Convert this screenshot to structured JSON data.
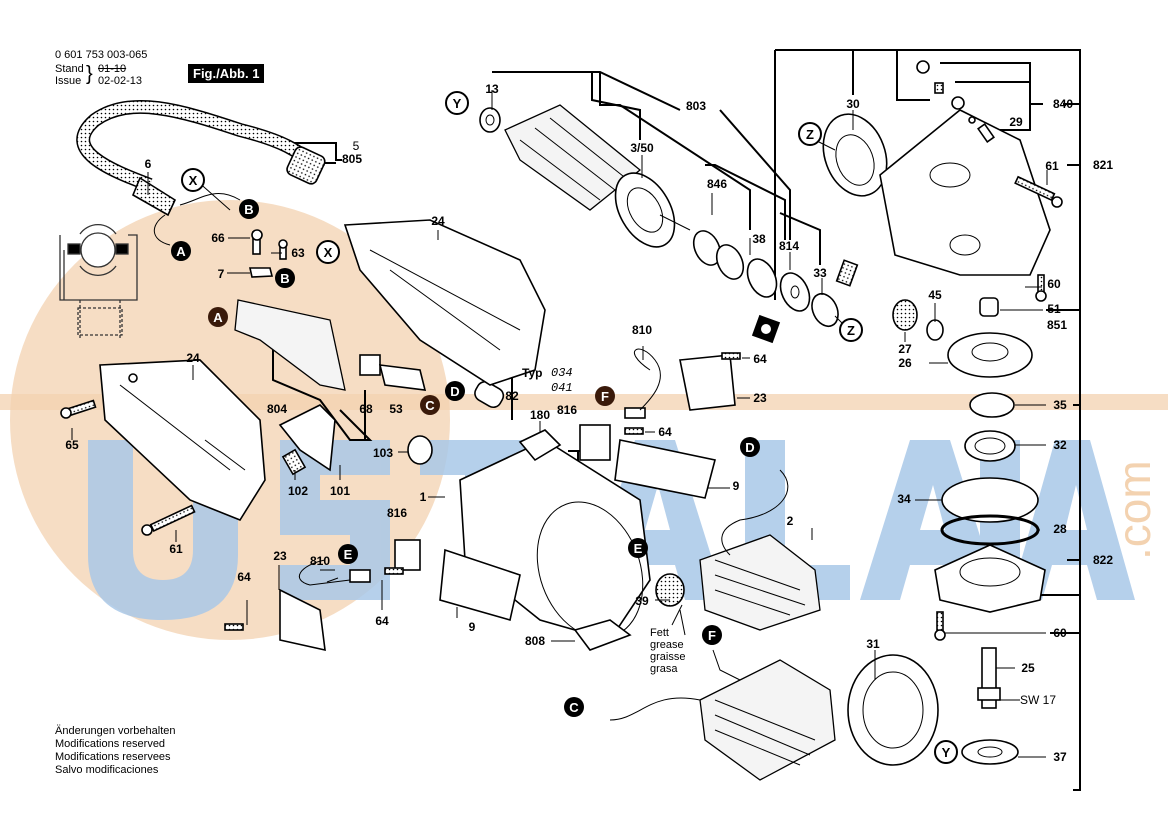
{
  "header": {
    "part_number": "0 601 753 003-065",
    "stand_label": "Stand",
    "stand_value": "01-10",
    "issue_label": "Issue",
    "issue_value": "02-02-13",
    "figure_label": "Fig./Abb. 1"
  },
  "footer": {
    "lines": [
      "Änderungen vorbehalten",
      "Modifications reserved",
      "Modifications reservees",
      "Salvo modificaciones"
    ]
  },
  "watermark": {
    "text": "USTALARA",
    "suffix": ".com",
    "blue": "#a9c8e8",
    "orange": "#f3d2b0"
  },
  "callouts": {
    "A": "A",
    "B": "B",
    "C": "C",
    "D": "D",
    "E": "E",
    "F": "F",
    "X": "X",
    "Y": "Y",
    "Z": "Z"
  },
  "labels": {
    "p1": "1",
    "p2": "2",
    "p3_50": "3/50",
    "p5": "5",
    "p6": "6",
    "p7": "7",
    "p9a": "9",
    "p9b": "9",
    "p13": "13",
    "p23a": "23",
    "p23b": "23",
    "p24a": "24",
    "p24b": "24",
    "p25": "25",
    "p26": "26",
    "p27": "27",
    "p28": "28",
    "p29": "29",
    "p30": "30",
    "p31": "31",
    "p32": "32",
    "p33": "33",
    "p34": "34",
    "p35": "35",
    "p37": "37",
    "p38": "38",
    "p39": "39",
    "p45": "45",
    "p51": "51",
    "p53": "53",
    "p60a": "60",
    "p60b": "60",
    "p61a": "61",
    "p61b": "61",
    "p63": "63",
    "p64a": "64",
    "p64b": "64",
    "p64c": "64",
    "p64d": "64",
    "p65": "65",
    "p66": "66",
    "p68": "68",
    "p82": "82",
    "p101": "101",
    "p102": "102",
    "p103": "103",
    "p180": "180",
    "p803": "803",
    "p804": "804",
    "p805": "805",
    "p808": "808",
    "p810a": "810",
    "p810b": "810",
    "p814": "814",
    "p816a": "816",
    "p816b": "816",
    "p821": "821",
    "p822": "822",
    "p840": "840",
    "p846": "846",
    "p851": "851",
    "sw17": "SW 17"
  },
  "typ_note": {
    "label": "Typ",
    "values": [
      "034",
      "041"
    ]
  },
  "grease_note": [
    "Fett",
    "grease",
    "graisse",
    "grasa"
  ]
}
